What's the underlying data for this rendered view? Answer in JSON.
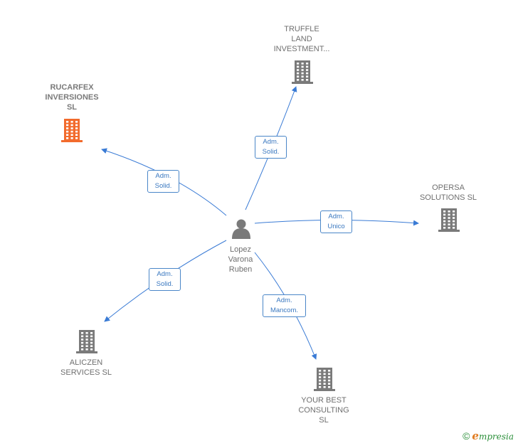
{
  "center": {
    "name_lines": [
      "Lopez",
      "Varona",
      "Ruben"
    ]
  },
  "companies": {
    "truffle": {
      "lines": [
        "TRUFFLE",
        "LAND",
        "INVESTMENT..."
      ]
    },
    "rucarfex": {
      "lines": [
        "RUCARFEX",
        "INVERSIONES",
        "SL"
      ]
    },
    "opersa": {
      "lines": [
        "OPERSA",
        "SOLUTIONS SL"
      ]
    },
    "aliczen": {
      "lines": [
        "ALICZEN",
        "SERVICES  SL"
      ]
    },
    "yourbest": {
      "lines": [
        "YOUR BEST",
        "CONSULTING",
        "SL"
      ]
    }
  },
  "edges": {
    "truffle": [
      "Adm.",
      "Solid."
    ],
    "rucarfex": [
      "Adm.",
      "Solid."
    ],
    "opersa": [
      "Adm.",
      "Unico"
    ],
    "aliczen": [
      "Adm.",
      "Solid."
    ],
    "yourbest": [
      "Adm.",
      "Mancom."
    ]
  },
  "colors": {
    "edge": "#3a7bd5",
    "building": "#7a7a7a",
    "highlight": "#f26b2d",
    "person": "#7a7a7a"
  },
  "icons": {
    "building": "building-icon",
    "person": "person-icon"
  },
  "footer": {
    "copyright_symbol": "©",
    "brand_first": "e",
    "brand_rest": "mpresia"
  }
}
